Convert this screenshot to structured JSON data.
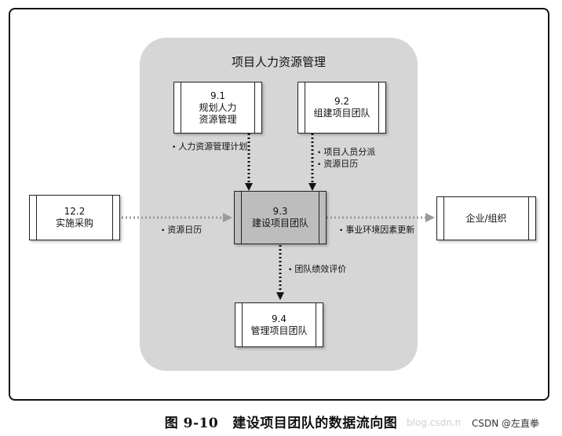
{
  "group": {
    "title": "项目人力资源管理"
  },
  "boxes": {
    "plan": {
      "number": "9.1",
      "line1": "规划人力",
      "line2": "资源管理"
    },
    "acquire": {
      "number": "9.2",
      "line1": "组建项目团队"
    },
    "develop": {
      "number": "9.3",
      "line1": "建设项目团队"
    },
    "manage": {
      "number": "9.4",
      "line1": "管理项目团队"
    },
    "procure": {
      "number": "12.2",
      "line1": "实施采购"
    },
    "enterprise": {
      "line1": "企业/组织"
    }
  },
  "flows": {
    "plan_to_develop": [
      "人力资源管理计划"
    ],
    "acquire_to_develop": [
      "项目人员分派",
      "资源日历"
    ],
    "procure_to_develop": [
      "资源日历"
    ],
    "develop_to_enterprise": [
      "事业环境因素更新"
    ],
    "develop_to_manage": [
      "团队绩效评价"
    ]
  },
  "caption": {
    "number": "图 9-10",
    "title": "建设项目团队的数据流向图"
  },
  "watermark": {
    "left": "blog.csdn.n",
    "right": "CSDN @左直拳"
  },
  "bullet": "•",
  "colors": {
    "group_bg": "#d6d6d6",
    "center_box": "#bdbdbd",
    "gray_arrow": "#9a9a9a",
    "black_arrow": "#111111"
  }
}
